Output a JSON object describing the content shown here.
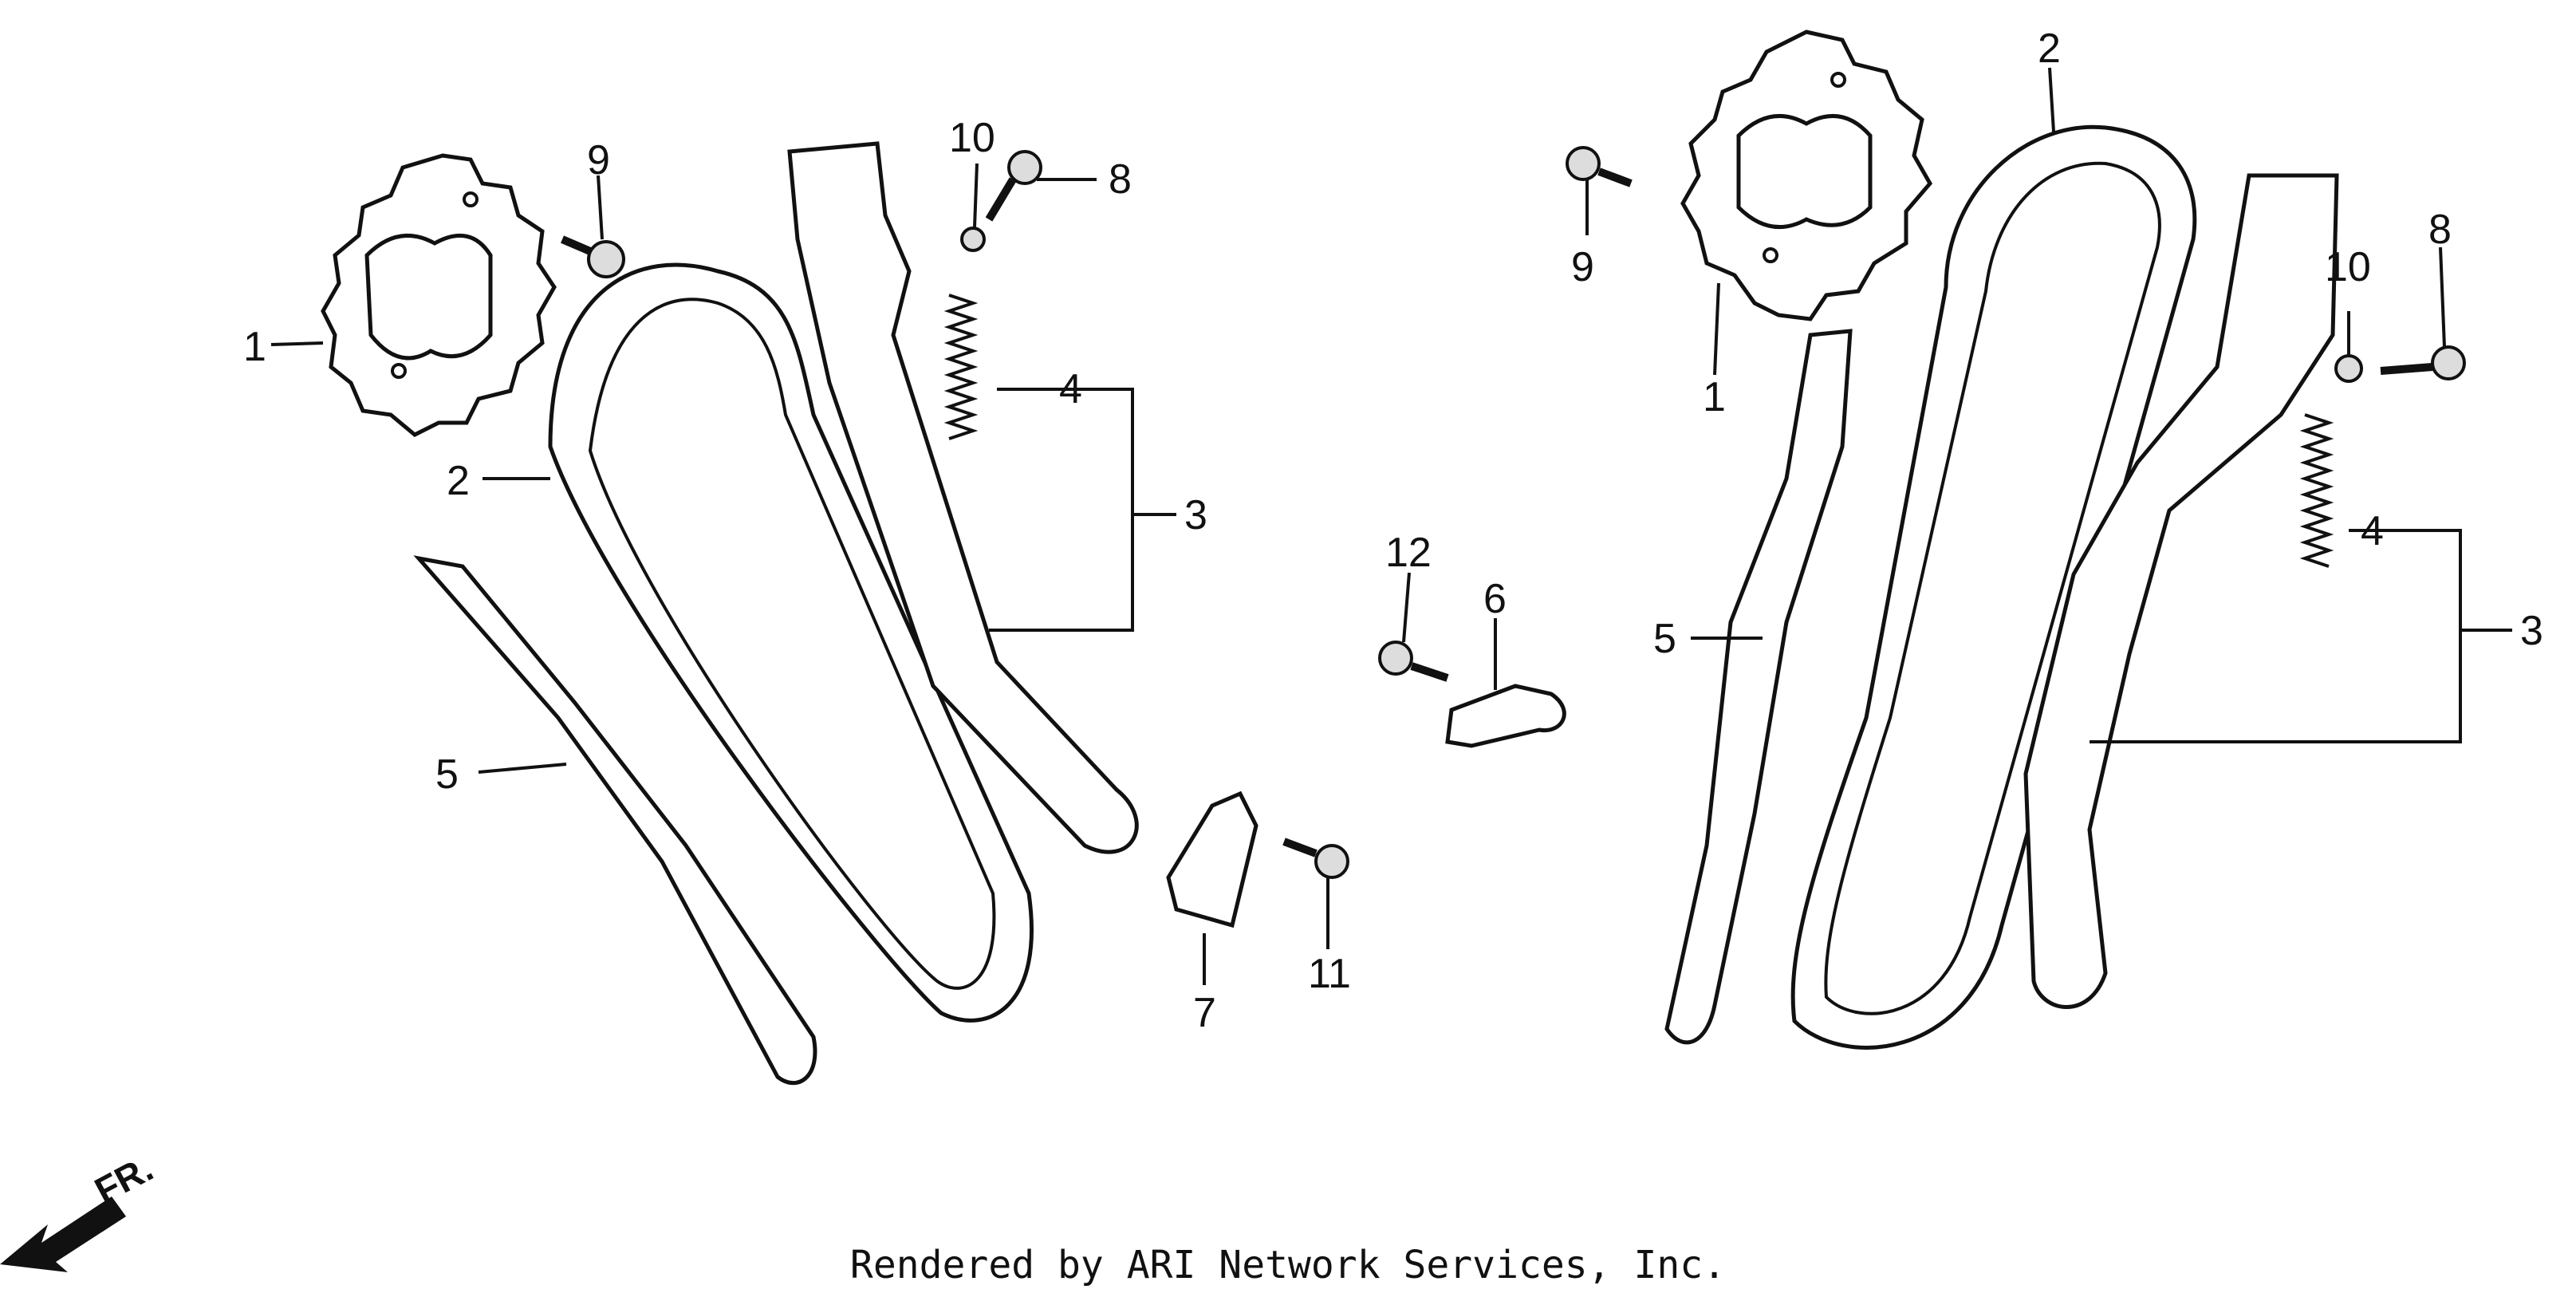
{
  "footer": "Rendered by ARI Network Services, Inc.",
  "direction_label": "FR.",
  "left_view": {
    "callouts": [
      "1",
      "2",
      "3",
      "4",
      "5",
      "7",
      "8",
      "9",
      "10",
      "11"
    ]
  },
  "center": {
    "callouts": [
      "6",
      "12"
    ]
  },
  "right_view": {
    "callouts": [
      "1",
      "2",
      "3",
      "4",
      "5",
      "8",
      "9",
      "10"
    ]
  }
}
